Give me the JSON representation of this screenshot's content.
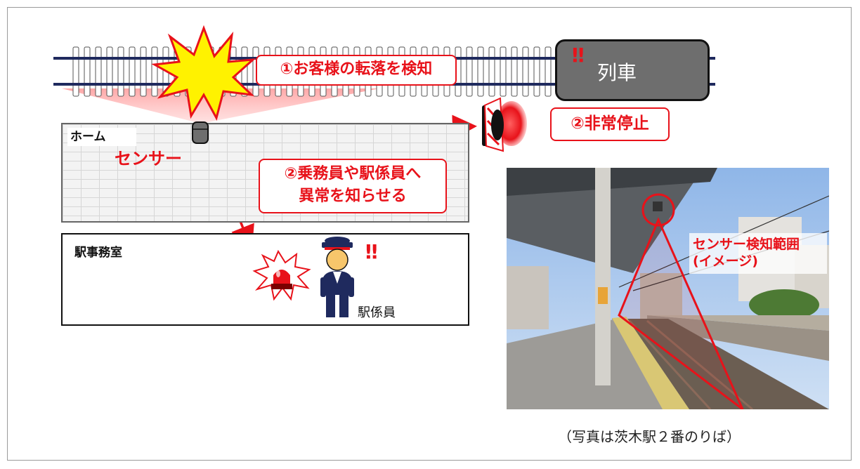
{
  "callouts": {
    "detect": "①お客様の転落を検知",
    "emergency_stop": "②非常停止",
    "notify_line1": "②乗務員や駅係員へ",
    "notify_line2": "異常を知らせる"
  },
  "labels": {
    "platform": "ホーム",
    "sensor": "センサー",
    "station_office": "駅事務室",
    "station_staff": "駅係員",
    "train": "列車",
    "alert_mark": "!!"
  },
  "photo": {
    "caption_line1": "センサー検知範囲",
    "caption_line2": "(イメージ)",
    "footnote": "（写真は茨木駅２番のりば）"
  },
  "colors": {
    "accent_red": "#e8121a",
    "train_gray": "#6e6e6e",
    "rail_navy": "#1f2a5e",
    "burst_yellow": "#fff200"
  }
}
